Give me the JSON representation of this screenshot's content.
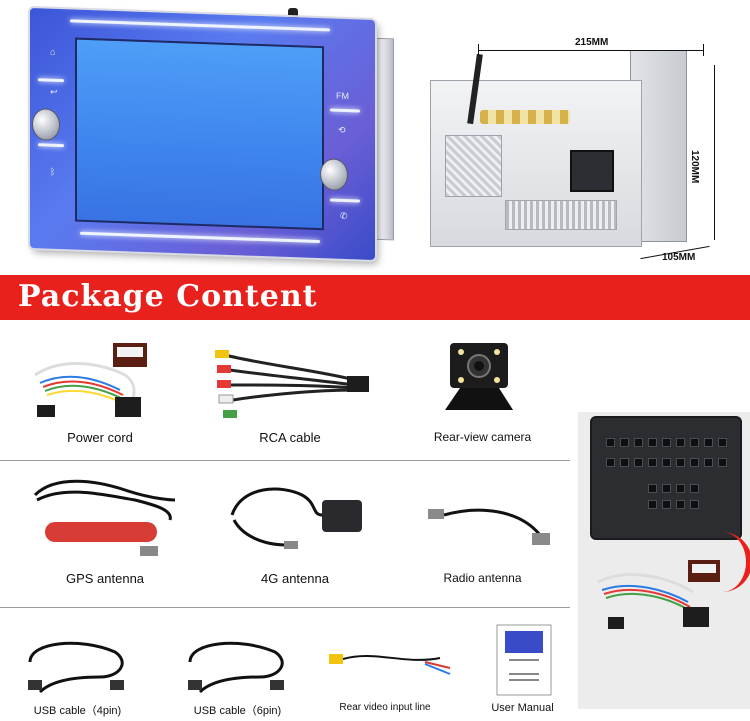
{
  "dimensions": {
    "width_label": "215MM",
    "height_label": "120MM",
    "depth_label": "105MM"
  },
  "banner": {
    "title": "Package Content"
  },
  "items": [
    {
      "label": "Power cord"
    },
    {
      "label": "RCA cable"
    },
    {
      "label": "Rear-view camera"
    },
    {
      "label": "GPS antenna"
    },
    {
      "label": "4G antenna"
    },
    {
      "label": "Radio antenna"
    },
    {
      "label": "USB cable（4pin)"
    },
    {
      "label": "USB cable（6pin)"
    },
    {
      "label": "Rear video input line"
    },
    {
      "label": "User Manual"
    }
  ],
  "front_panel_labels": {
    "fm": "FM"
  },
  "colors": {
    "banner_red": "#e8211d",
    "screen_blue": "#4a93f2",
    "bezel_blue": "#4c63de"
  },
  "icons": [
    "home-icon",
    "back-icon",
    "bluetooth-icon",
    "phone-icon",
    "volume-knob-icon",
    "tune-knob-icon"
  ]
}
